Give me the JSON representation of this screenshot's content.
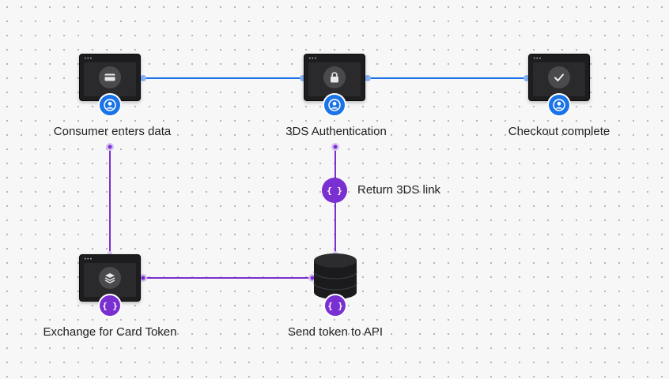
{
  "nodes": {
    "consumer": {
      "label": "Consumer enters data",
      "icon": "credit-card-icon",
      "badge": "user-icon"
    },
    "auth": {
      "label": "3DS Authentication",
      "icon": "lock-icon",
      "badge": "user-icon"
    },
    "checkout": {
      "label": "Checkout complete",
      "icon": "checkmark-icon",
      "badge": "user-icon"
    },
    "exchange": {
      "label": "Exchange for Card Token",
      "icon": "layers-icon",
      "badge": "code-braces-icon"
    },
    "send": {
      "label": "Send token to API",
      "icon": "database-icon",
      "badge": "code-braces-icon"
    }
  },
  "edges": {
    "return_link": {
      "label": "Return 3DS link",
      "icon": "code-braces-icon"
    }
  },
  "glyphs": {
    "braces": "{ }",
    "window_dots": "•••"
  },
  "colors": {
    "user_flow": "#1a73e8",
    "api_flow": "#7a2fd1",
    "node_bg": "#1d1d1f"
  }
}
